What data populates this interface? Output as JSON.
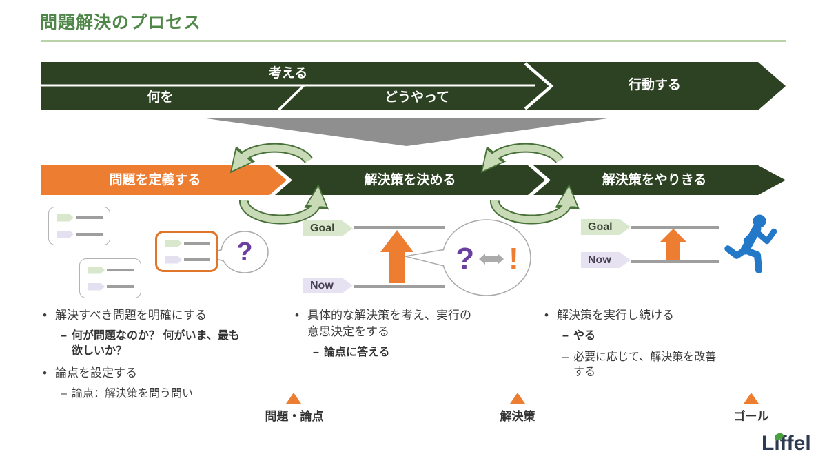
{
  "title": "問題解決のプロセス",
  "top_banner": {
    "think": "考える",
    "what": "何を",
    "how": "どうやって",
    "act": "行動する"
  },
  "process_steps": [
    {
      "label": "問題を定義する"
    },
    {
      "label": "解決策を決める"
    },
    {
      "label": "解決策をやりきる"
    }
  ],
  "panels": {
    "define": {
      "bubble_glyph": "?",
      "bullets": [
        {
          "level": 1,
          "bold": false,
          "text": "解決すべき問題を明確にする"
        },
        {
          "level": 2,
          "bold": true,
          "text": "何が問題なのか？ 何がいま、最も欲しいか？"
        },
        {
          "level": 1,
          "bold": false,
          "text": "論点を設定する"
        },
        {
          "level": 2,
          "bold": false,
          "text": "論点：解決策を問う問い"
        }
      ]
    },
    "decide": {
      "goal_label": "Goal",
      "now_label": "Now",
      "bubble_question": "?",
      "bubble_exclaim": "!",
      "bullets": [
        {
          "level": 1,
          "bold": false,
          "text": "具体的な解決策を考え、実行の意思決定をする"
        },
        {
          "level": 2,
          "bold": true,
          "text": "論点に答える"
        }
      ]
    },
    "execute": {
      "goal_label": "Goal",
      "now_label": "Now",
      "bullets": [
        {
          "level": 1,
          "bold": false,
          "text": "解決策を実行し続ける"
        },
        {
          "level": 2,
          "bold": true,
          "text": "やる"
        },
        {
          "level": 2,
          "bold": false,
          "text": "必要に応じて、解決策を改善する"
        }
      ]
    }
  },
  "markers": [
    {
      "label": "問題・論点"
    },
    {
      "label": "解決策"
    },
    {
      "label": "ゴール"
    }
  ],
  "glyphs": {
    "bullet": "•",
    "dash": "–"
  },
  "logo": {
    "text": "Liffel"
  },
  "colors": {
    "dark_green": "#2c4222",
    "orange": "#ED7D31",
    "title_green": "#4f8748",
    "underline_green": "#b8d3a7",
    "cycle_green_fill": "#c9dab7",
    "cycle_green_outline": "#49713a",
    "purple": "#6b3fa0",
    "runner_blue": "#2478c8",
    "gray_line": "#9e9e9e",
    "gray_arrow": "#8f8f8f"
  }
}
